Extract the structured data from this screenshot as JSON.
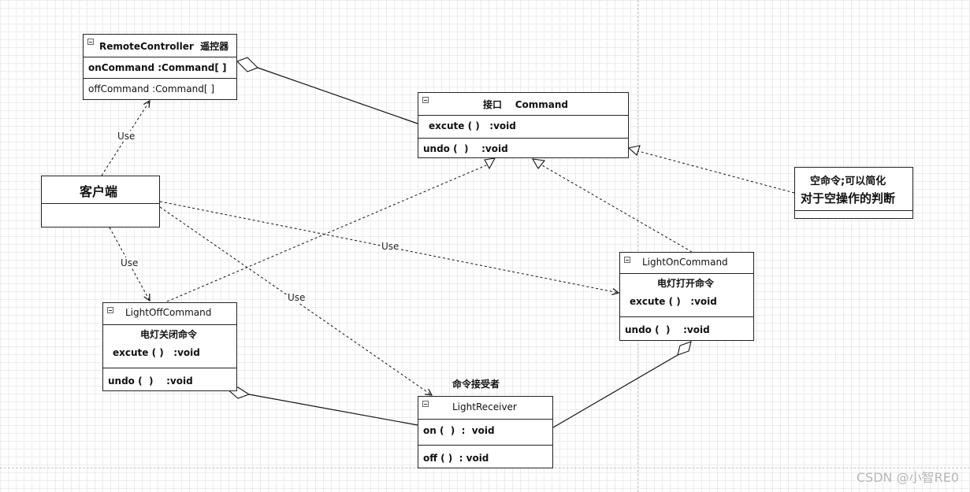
{
  "classes": {
    "remote_controller": {
      "name": "RemoteController  遥控器",
      "attributes": [
        "onCommand :Command[ ]",
        "offCommand :Command[ ]"
      ]
    },
    "command_interface": {
      "name": "接口    Command",
      "methods": [
        "excute ( )   :void",
        "undo (  )    :void"
      ]
    },
    "client": {
      "name": "客户端"
    },
    "null_command_note": {
      "line1": "空命令;可以简化",
      "line2": "对于空操作的判断"
    },
    "light_on_command": {
      "name": "LightOnCommand",
      "subtitle": "电灯打开命令",
      "methods": [
        "excute ( )   :void",
        "undo (  )    :void"
      ]
    },
    "light_off_command": {
      "name": "LightOffCommand",
      "subtitle": "电灯关闭命令",
      "methods": [
        "excute ( )   :void",
        "undo (  )    :void"
      ]
    },
    "light_receiver": {
      "stereotype": "命令接受者",
      "name": "LightReceiver",
      "methods": [
        "on (  )  :  void",
        "off ( )  : void"
      ]
    }
  },
  "connectors": {
    "use_remote": "Use",
    "use_light_off": "Use",
    "use_light_on": "Use",
    "use_receiver": "Use"
  },
  "watermark": "CSDN @小智RE0"
}
